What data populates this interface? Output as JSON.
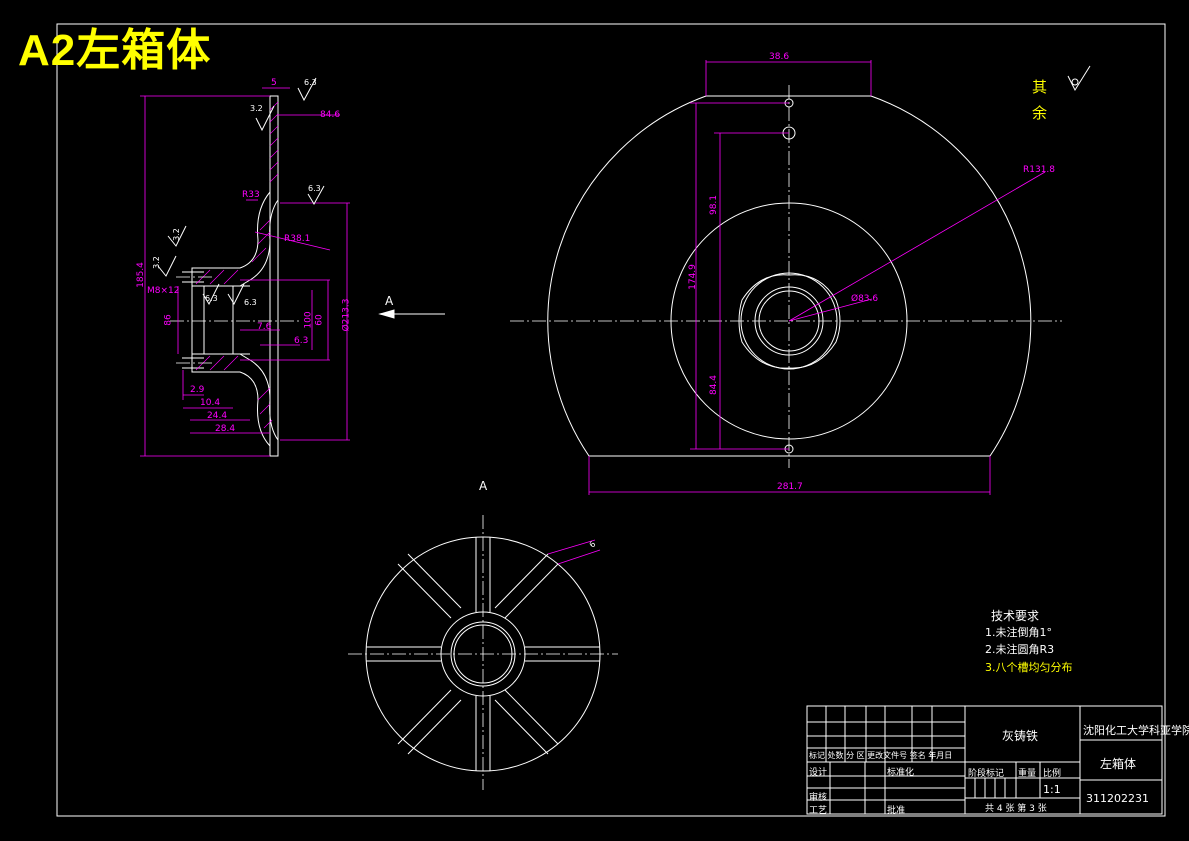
{
  "sheet_title": "A2左箱体",
  "remaining_roughness": {
    "line1": "其",
    "line2": "余"
  },
  "view_label": "A",
  "section_label": "A",
  "dimensions": {
    "top_width": "38.6",
    "bottom_width": "281.7",
    "radius_large": "R131.8",
    "dia_inner": "Ø83.6",
    "v_upper": "98.1",
    "v_total": "174.9",
    "v_lower": "84.4",
    "side_total": "185.4",
    "side_top_thk": "5",
    "side_dim_a": "84.6",
    "side_r": "R33",
    "side_r2": "R38.1",
    "side_dia": "Ø213.3",
    "side_d1": "86",
    "side_d2": "100",
    "side_d3": "60",
    "side_t1": "7.6",
    "side_t2": "6.3",
    "side_l1": "2.9",
    "side_l2": "10.4",
    "side_l3": "24.4",
    "side_l4": "28.4",
    "side_m": "M8×12",
    "rough_a": "6.3",
    "rough_b": "3.2",
    "rough_c": "6.3",
    "rough_d": "6.3",
    "rough_e": "3.2",
    "rough_f": "6.3",
    "rough_g": "3.2",
    "rib_dim": "6"
  },
  "tech_requirements": {
    "heading": "技术要求",
    "item1": "1.未注倒角1°",
    "item2": "2.未注圆角R3",
    "item3": "3.八个槽均匀分布"
  },
  "title_block": {
    "material": "灰铸铁",
    "school": "沈阳化工大学科亚学院",
    "part_name": "左箱体",
    "drawing_no": "311202231",
    "scale": "1:1",
    "sheet_info": "共 4 张 第 3 张",
    "header_row": "标记 处数 分 区 更改文件号 签名 年月日",
    "design": "设计",
    "standardize": "标准化",
    "review": "审核",
    "process": "工艺",
    "approve": "批准",
    "stage_mark": "阶段标记",
    "weight": "重量",
    "ratio": "比例"
  }
}
